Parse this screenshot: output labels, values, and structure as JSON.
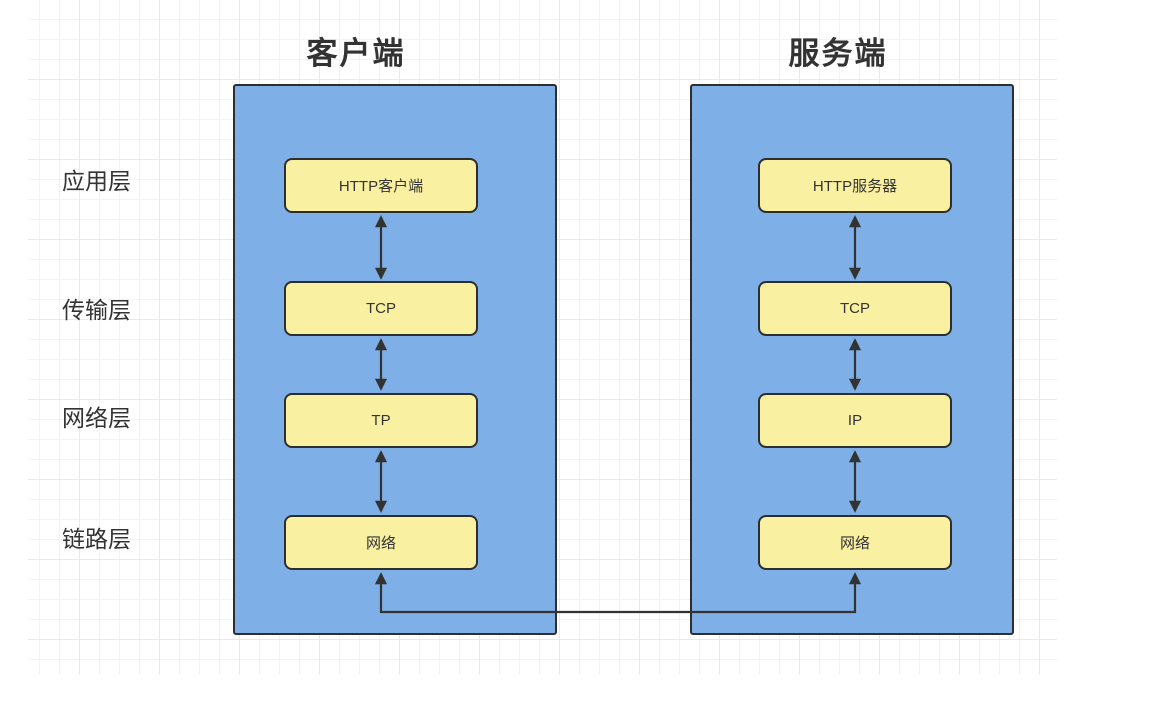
{
  "diagram": {
    "client": {
      "title": "客户端",
      "boxes": [
        "HTTP客户端",
        "TCP",
        "TP",
        "网络"
      ]
    },
    "server": {
      "title": "服务端",
      "boxes": [
        "HTTP服务器",
        "TCP",
        "IP",
        "网络"
      ]
    },
    "layers": [
      "应用层",
      "传输层",
      "网络层",
      "链路层"
    ],
    "colors": {
      "container_fill": "#7eafe6",
      "node_fill": "#faf0a1",
      "stroke": "#2e2e2e",
      "text": "#333333",
      "grid_minor": "#f3f3f6",
      "grid_major": "#e8e9ee"
    }
  }
}
